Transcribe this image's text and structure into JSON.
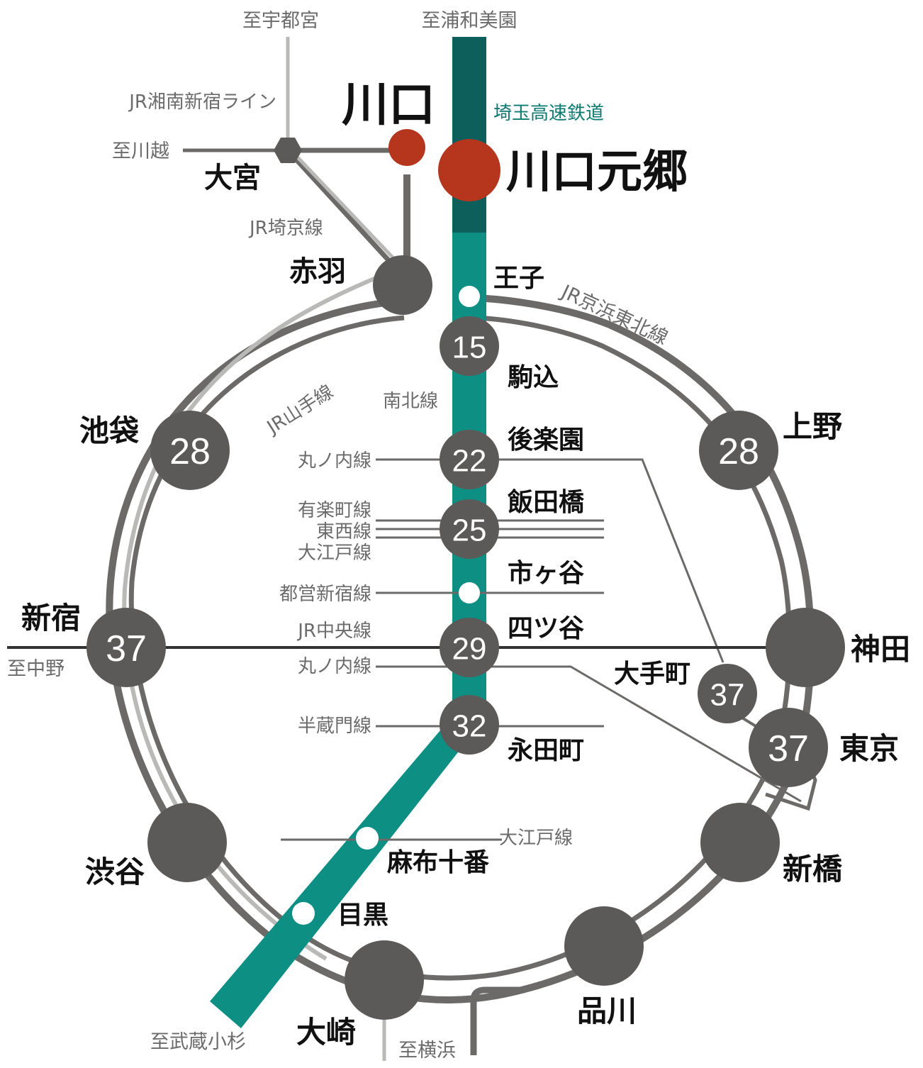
{
  "colors": {
    "teal": "#0e8f84",
    "teal_dark": "#0d5f5c",
    "ring_gray": "#6b6a69",
    "ring_light": "#b9b9b7",
    "station_dark": "#5c5a59",
    "station_red": "#b5351d",
    "line_dark": "#333333"
  },
  "directions": {
    "utsunomiya": "至宇都宮",
    "urawa_misono": "至浦和美園",
    "kawagoe": "至川越",
    "nakano": "至中野",
    "musashi_kosugi": "至武蔵小杉",
    "yokohama": "至横浜"
  },
  "lines": {
    "shonan_shinjuku": "JR湘南新宿ライン",
    "saitama_railway": "埼玉高速鉄道",
    "saikyo": "JR埼京線",
    "keihin_tohoku": "JR京浜東北線",
    "yamanote": "JR山手線",
    "namboku": "南北線",
    "marunouchi_1": "丸ノ内線",
    "yurakucho": "有楽町線",
    "tozai": "東西線",
    "oedo_1": "大江戸線",
    "shinjuku_line": "都営新宿線",
    "chuo": "JR中央線",
    "marunouchi_2": "丸ノ内線",
    "hanzomon": "半蔵門線",
    "oedo_2": "大江戸線"
  },
  "stations": {
    "kawaguchi": "川口",
    "kawaguchi_motogo": "川口元郷",
    "omiya": "大宮",
    "akabane": "赤羽",
    "oji": "王子",
    "komagome": "駒込",
    "ikebukuro": "池袋",
    "ueno": "上野",
    "korakuen": "後楽園",
    "iidabashi": "飯田橋",
    "ichigaya": "市ヶ谷",
    "shinjuku": "新宿",
    "yotsuya": "四ツ谷",
    "kanda": "神田",
    "otemachi": "大手町",
    "tokyo": "東京",
    "nagatacho": "永田町",
    "shibuya": "渋谷",
    "azabu_juban": "麻布十番",
    "meguro": "目黒",
    "shinbashi": "新橋",
    "shinagawa": "品川",
    "osaki": "大崎"
  },
  "minutes": {
    "komagome": "15",
    "korakuen": "22",
    "iidabashi": "25",
    "yotsuya": "29",
    "nagatacho": "32",
    "ikebukuro": "28",
    "ueno": "28",
    "shinjuku": "37",
    "otemachi": "37",
    "tokyo": "37"
  }
}
